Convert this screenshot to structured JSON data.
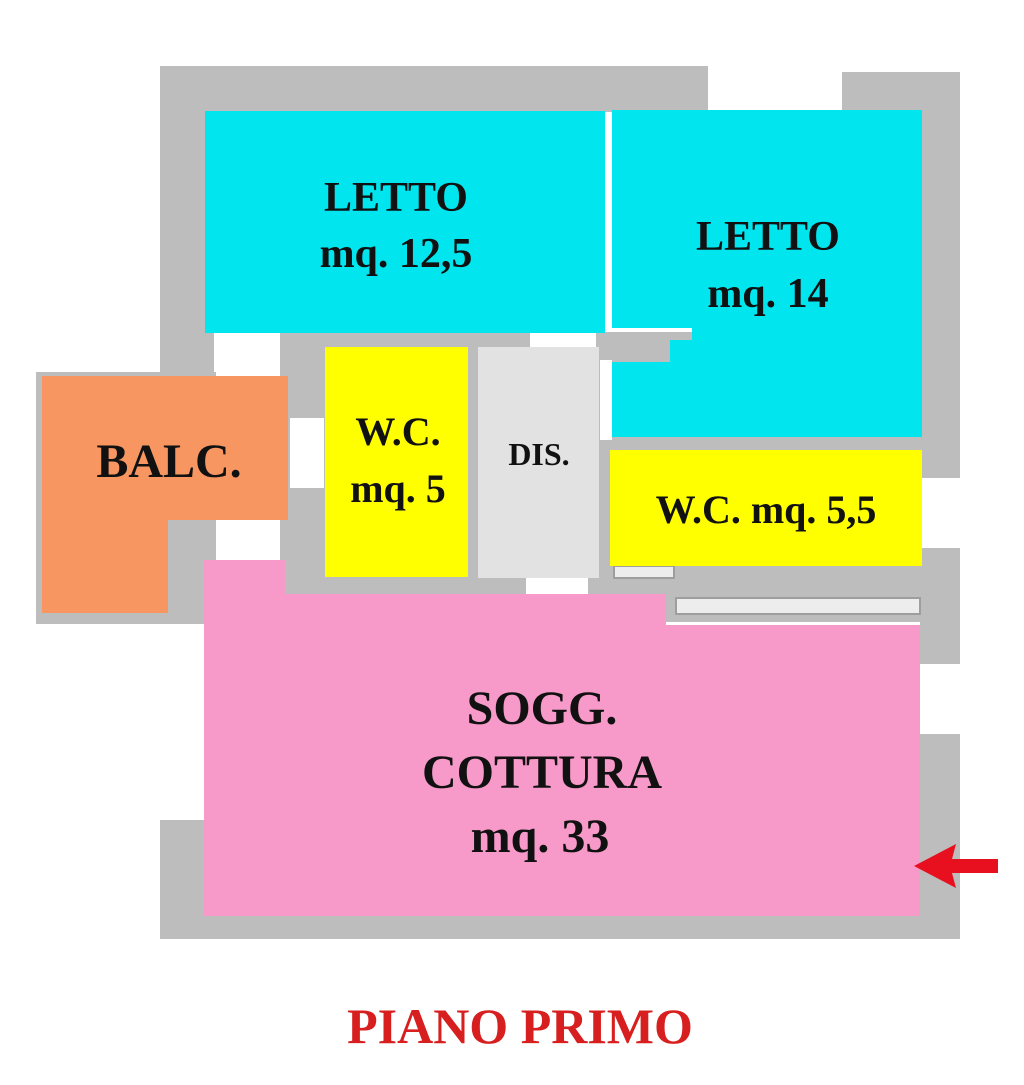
{
  "rooms": {
    "letto_1": {
      "name": "LETTO",
      "area": "mq. 12,5",
      "color": "#00E5EE"
    },
    "letto_2": {
      "name": "LETTO",
      "area": "mq. 14",
      "color": "#00E5EE"
    },
    "balcone": {
      "name": "BALC.",
      "color": "#F79661"
    },
    "wc_1": {
      "name": "W.C.",
      "area": "mq. 5",
      "color": "#FFFF00"
    },
    "disimpegno": {
      "name": "DIS.",
      "color": "#E2E2E2"
    },
    "wc_2": {
      "label": "W.C. mq. 5,5",
      "color": "#FFFF00"
    },
    "soggiorno": {
      "line1": "SOGG.",
      "line2": "COTTURA",
      "area": "mq. 33",
      "color": "#F799C9"
    }
  },
  "wall_color": "#BDBDBD",
  "entrance_arrow": {
    "icon": "arrow-left-icon",
    "color": "#E8101E"
  },
  "floor_title": {
    "text": "PIANO PRIMO",
    "color": "#D71F1F"
  }
}
